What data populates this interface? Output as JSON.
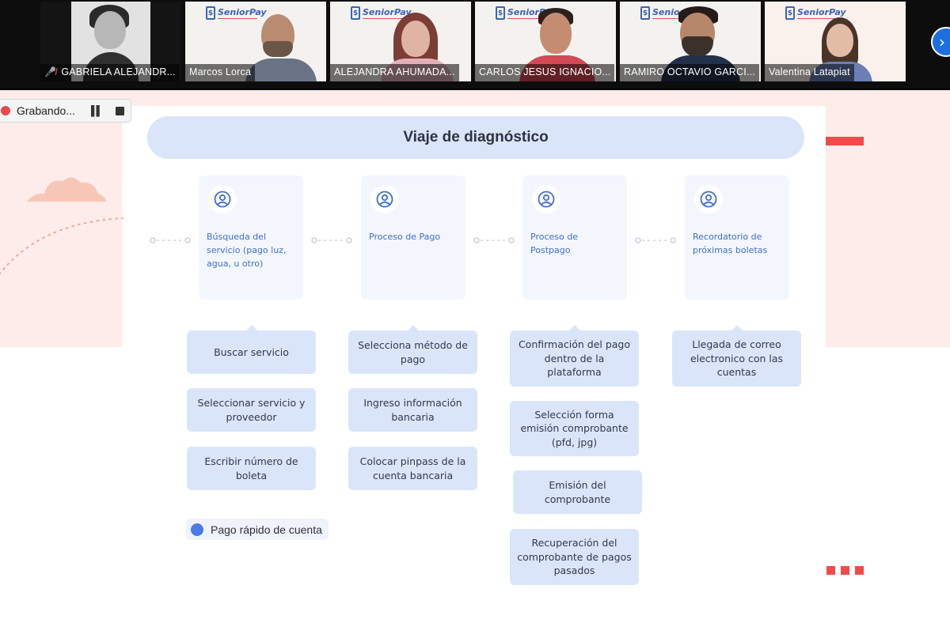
{
  "participants": [
    {
      "name": "GABRIELA ALEJANDR...",
      "muted": true
    },
    {
      "name": "Marcos Lorca",
      "muted": false
    },
    {
      "name": "ALEJANDRA AHUMADA...",
      "muted": false
    },
    {
      "name": "CARLOS JESUS IGNACIO...",
      "muted": false,
      "active": true
    },
    {
      "name": "RAMIRO OCTAVIO GARCI...",
      "muted": false
    },
    {
      "name": "Valentina Latapiat",
      "muted": false
    }
  ],
  "branding": {
    "logo_text": "SeniorPay",
    "logo_symbol": "$"
  },
  "recording": {
    "label": "Grabando..."
  },
  "slide": {
    "title": "Viaje de diagnóstico",
    "stages": [
      {
        "label": "Búsqueda del servicio (pago luz, agua, u otro)"
      },
      {
        "label": "Proceso de Pago"
      },
      {
        "label": "Proceso de Postpago"
      },
      {
        "label": "Recordatorio de próximas boletas"
      }
    ],
    "columns": [
      [
        "Buscar servicio",
        "Seleccionar servicio y proveedor",
        "Escribir número de boleta"
      ],
      [
        "Selecciona método de pago",
        "Ingreso información bancaria",
        "Colocar pinpass de la cuenta bancaria"
      ],
      [
        "Confirmación del pago dentro de la plataforma",
        "Selección forma emisión comprobante (pfd, jpg)",
        "Emisión del comprobante",
        "Recuperación del comprobante de pagos pasados"
      ],
      [
        "Llegada de correo electronico con las cuentas"
      ]
    ],
    "legend": {
      "label": "Pago rápido de cuenta"
    }
  },
  "colors": {
    "accent": "#3f6fd1",
    "card": "#dbe5fa",
    "recording": "#e64a4a",
    "decor": "#ef4b4b"
  },
  "icons": {
    "stage": "user-circle-icon",
    "next": "chevron-right-icon",
    "mute": "mic-off-icon"
  }
}
